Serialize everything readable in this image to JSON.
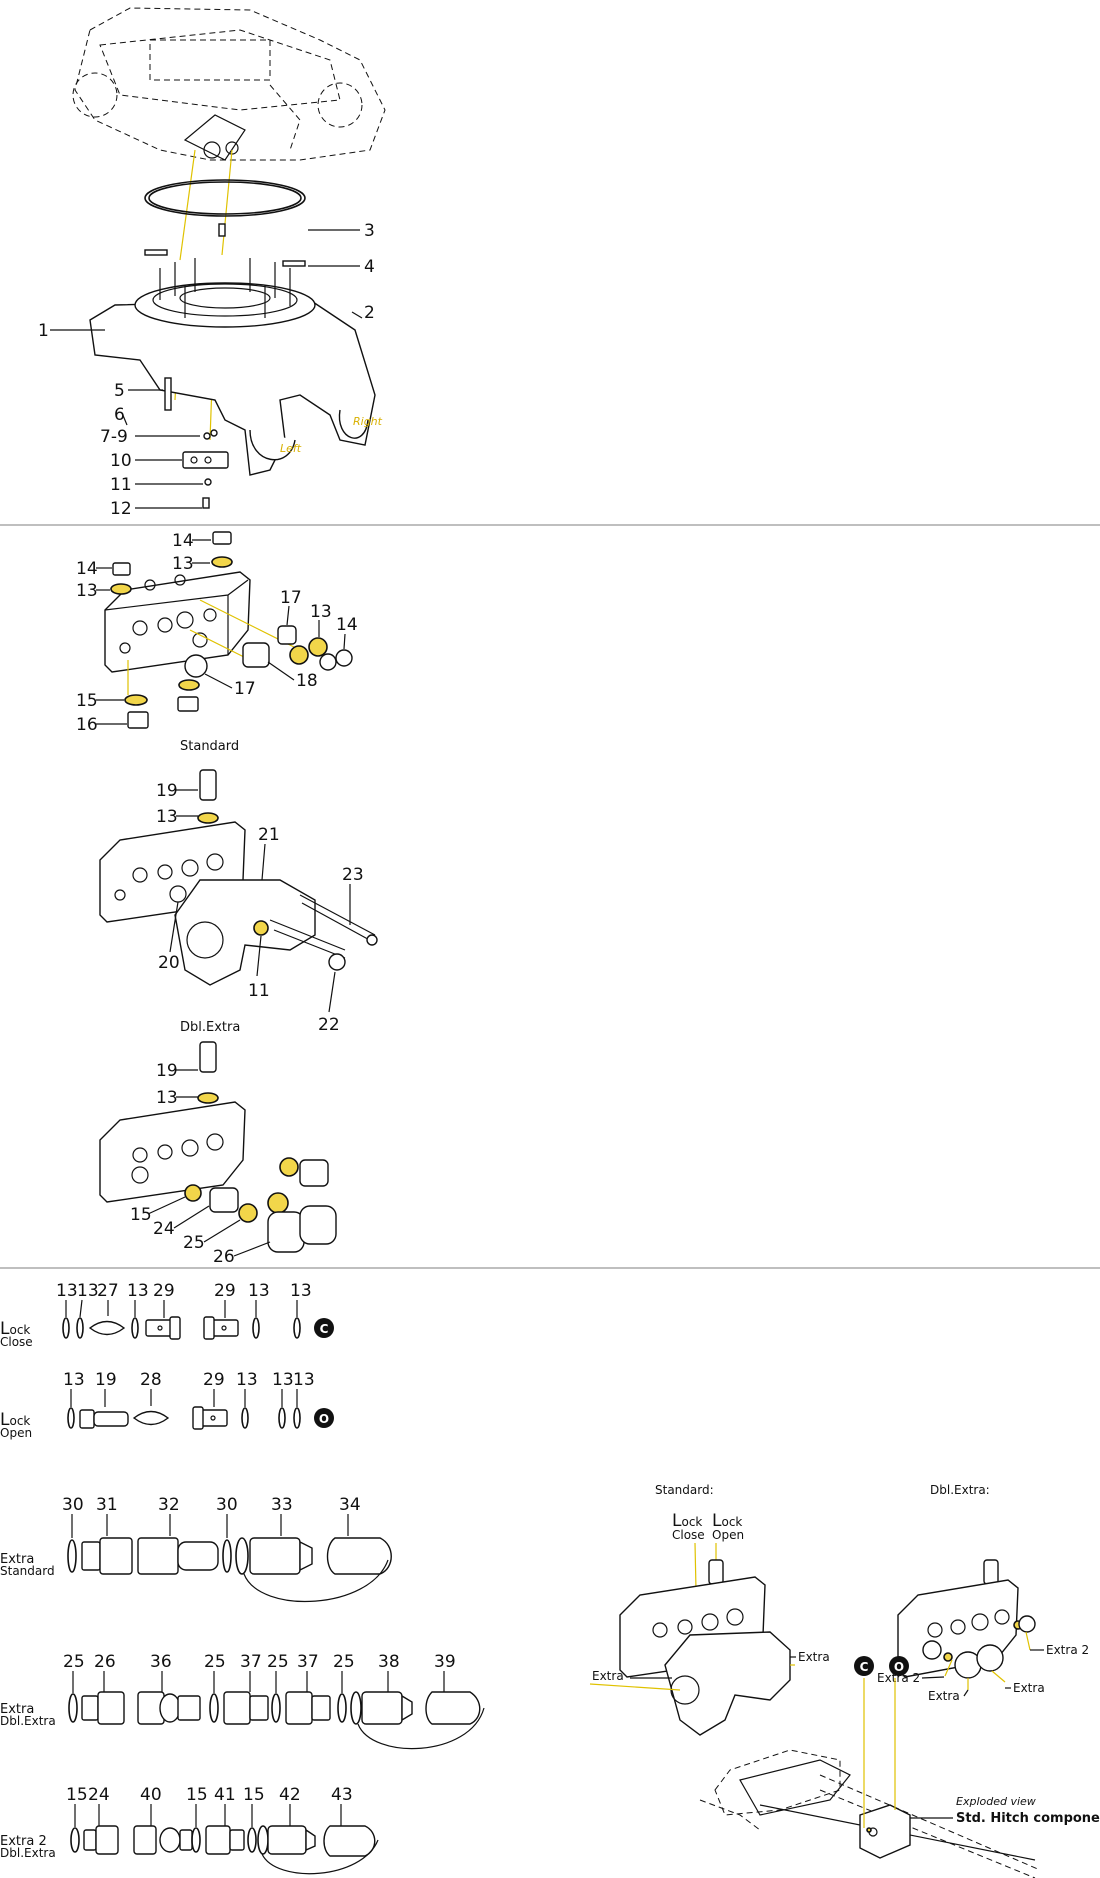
{
  "callouts": {
    "c1": "1",
    "c2": "2",
    "c3": "3",
    "c4": "4",
    "c5": "5",
    "c6": "6",
    "c7_9": "7-9",
    "c10": "10",
    "c11": "11",
    "c12": "12",
    "c13": "13",
    "c14": "14",
    "c15": "15",
    "c16": "16",
    "c17": "17",
    "c18": "18",
    "c19": "19",
    "c20": "20",
    "c21": "21",
    "c22": "22",
    "c23": "23",
    "c24": "24",
    "c25": "25",
    "c26": "26",
    "c27": "27",
    "c28": "28",
    "c29": "29",
    "c30": "30",
    "c31": "31",
    "c32": "32",
    "c33": "33",
    "c34": "34",
    "c36": "36",
    "c37": "37",
    "c38": "38",
    "c39": "39",
    "c40": "40",
    "c41": "41",
    "c42": "42",
    "c43": "43"
  },
  "frame_labels": {
    "left": "Left",
    "right": "Right"
  },
  "variants": {
    "standard": "Standard",
    "dbl_extra": "Dbl.Extra"
  },
  "rows": {
    "lock_close": {
      "big": "L",
      "small": "ock",
      "sub": "Close",
      "symbol": "C"
    },
    "lock_open": {
      "big": "L",
      "small": "ock",
      "sub": "Open",
      "symbol": "O"
    },
    "extra_standard": {
      "line1": "Extra",
      "line2": "Standard"
    },
    "extra_dbl": {
      "line1": "Extra",
      "line2": "Dbl.Extra"
    },
    "extra2_dbl": {
      "line1": "Extra 2",
      "line2": "Dbl.Extra"
    }
  },
  "overview": {
    "standard_title": "Standard:",
    "dbl_title": "Dbl.Extra:",
    "lock_big": "L",
    "lock_small": "ock",
    "close": "Close",
    "open": "Open",
    "extra": "Extra",
    "extra2": "Extra 2"
  },
  "hitch": {
    "symbol_c": "C",
    "symbol_o": "O",
    "exploded": "Exploded view",
    "components": "Std. Hitch components"
  }
}
